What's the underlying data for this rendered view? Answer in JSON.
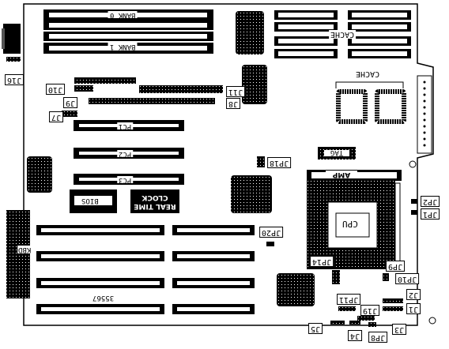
{
  "labels": {
    "bank0": "BANK 0",
    "bank1": "BANK 1",
    "cache_top": "CACHE",
    "cache_right": "CACHE",
    "tag": "TAG",
    "amp": "AMP",
    "cpu": "CPU",
    "bios": "BIOS",
    "rtc_line1": "REAL TIME",
    "rtc_line2": "CLOCK",
    "kbd": "KBD",
    "pc1": "PC1",
    "pc2": "PC2",
    "pc3": "PC3",
    "board_number": "35567"
  },
  "jumpers": {
    "j16": "J16",
    "j10": "J10",
    "j9": "J9",
    "j7": "J7",
    "j11": "J11",
    "j8": "J8",
    "jp18": "JP18",
    "jp20": "JP20",
    "jp14": "JP14",
    "jp9": "JP9",
    "jp10": "JP10",
    "jp2": "JP2",
    "jp1": "JP1",
    "jp11": "JP11",
    "j19": "J19",
    "j2": "J2",
    "j1": "J1",
    "j5": "J5",
    "j4": "J4",
    "jp8": "JP8",
    "j3": "J3"
  }
}
